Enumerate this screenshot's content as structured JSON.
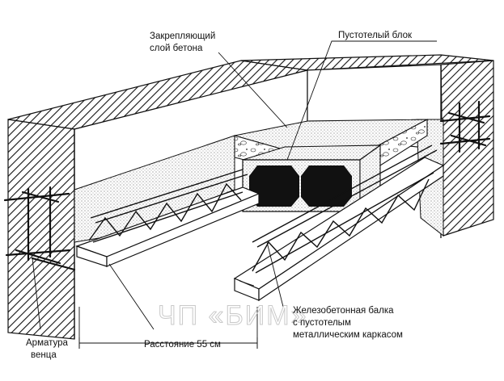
{
  "labels": {
    "fixing_layer_line1": "Закрепляющий",
    "fixing_layer_line2": "слой бетона",
    "hollow_block": "Пустотелый блок",
    "beam_line1": "Железобетонная балка",
    "beam_line2": "с пустотелым",
    "beam_line3": "металлическим каркасом",
    "rebar_line1": "Арматура",
    "rebar_line2": "венца",
    "spacing": "Расстояние 55 см"
  },
  "watermark": "ЧП «БИМ»",
  "colors": {
    "ink": "#111111",
    "watermark": "#c9c9c9",
    "background": "#ffffff"
  }
}
